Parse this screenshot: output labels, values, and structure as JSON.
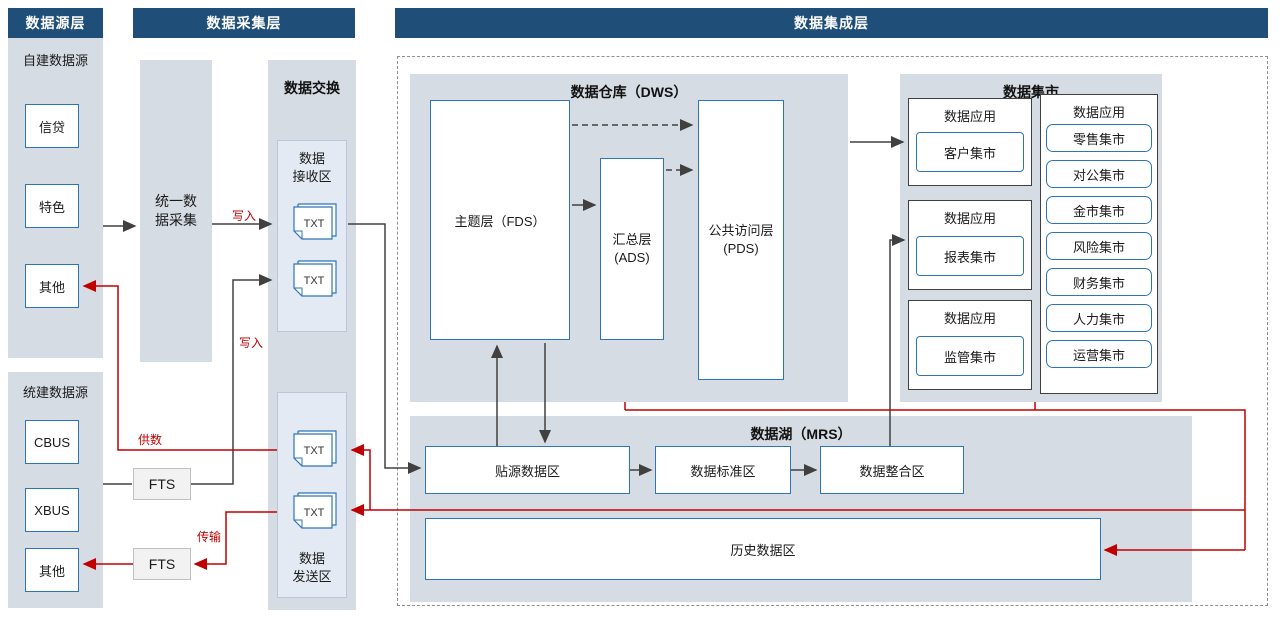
{
  "layers": {
    "source": "数据源层",
    "collection": "数据采集层",
    "integration": "数据集成层"
  },
  "source_layer": {
    "self_built": {
      "label": "自建数据源",
      "items": [
        "信贷",
        "特色",
        "其他"
      ]
    },
    "unified": {
      "label": "统建数据源",
      "items": [
        "CBUS",
        "XBUS",
        "其他"
      ]
    }
  },
  "collection_layer": {
    "unified_collection": "统一数\n据采集",
    "fts": [
      "FTS",
      "FTS"
    ],
    "exchange": {
      "title": "数据交换",
      "receive_label": "数据\n接收区",
      "send_label": "数据\n发送区",
      "file_type": "TXT"
    }
  },
  "integration_layer": {
    "dws": {
      "title": "数据仓库（DWS）",
      "fds": "主题层（FDS）",
      "ads": "汇总层\n(ADS)",
      "pds": "公共访问层\n(PDS)"
    },
    "mart": {
      "title": "数据集市",
      "groups": [
        {
          "label": "数据应用",
          "item": "客户集市"
        },
        {
          "label": "数据应用",
          "item": "报表集市"
        },
        {
          "label": "数据应用",
          "item": "监管集市"
        }
      ],
      "right_group": {
        "label": "数据应用",
        "items": [
          "零售集市",
          "对公集市",
          "金市集市",
          "风险集市",
          "财务集市",
          "人力集市",
          "运营集市"
        ]
      }
    },
    "mrs": {
      "title": "数据湖（MRS）",
      "zones": [
        "贴源数据区",
        "数据标准区",
        "数据整合区"
      ],
      "history": "历史数据区"
    }
  },
  "edge_labels": {
    "write_top": "写入",
    "write_mid": "写入",
    "supply": "供数",
    "transfer": "传输"
  },
  "colors": {
    "header_bg": "#1f4e79",
    "panel_bg": "#d6dce4",
    "box_border": "#2e75b6",
    "line_black": "#404040",
    "line_red": "#c00000"
  }
}
